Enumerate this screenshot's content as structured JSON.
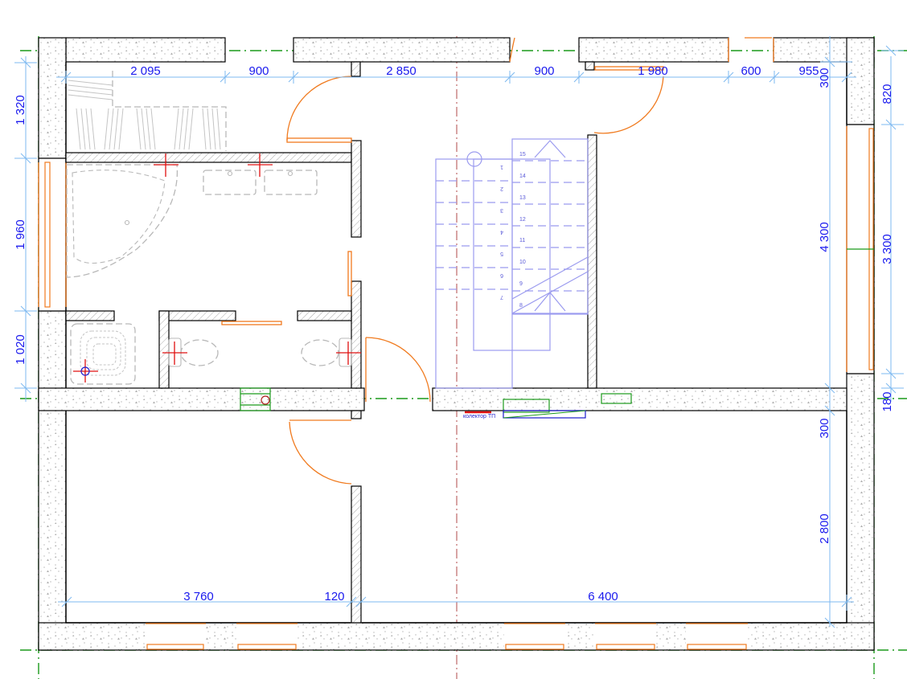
{
  "drawing": {
    "type": "floor-plan",
    "units": "mm",
    "colors": {
      "dimension_text": "#1a1aee",
      "dimension_line": "#7db9f0",
      "door_window": "#f07a1e",
      "axis_line": "#1a9a1a",
      "stair": "#9b9bef",
      "fixture_marker": "#e01010"
    }
  },
  "dimensions": {
    "top": [
      "2 095",
      "900",
      "2 850",
      "900",
      "1 980",
      "600",
      "955"
    ],
    "left": [
      "1 320",
      "1 960",
      "1 020"
    ],
    "right_inner": [
      "300",
      "4 300",
      "300",
      "2 800"
    ],
    "right_outer": [
      "820",
      "3 300",
      "180"
    ],
    "bottom": [
      "3 760",
      "120",
      "6 400"
    ]
  },
  "stair": {
    "flight_left_numbers": [
      "1",
      "2",
      "3",
      "4",
      "5",
      "6",
      "7"
    ],
    "flight_right_numbers": [
      "15",
      "14",
      "13",
      "12",
      "11",
      "10",
      "9",
      "8"
    ]
  },
  "annotations": {
    "collector_label": "колектор ТП"
  }
}
